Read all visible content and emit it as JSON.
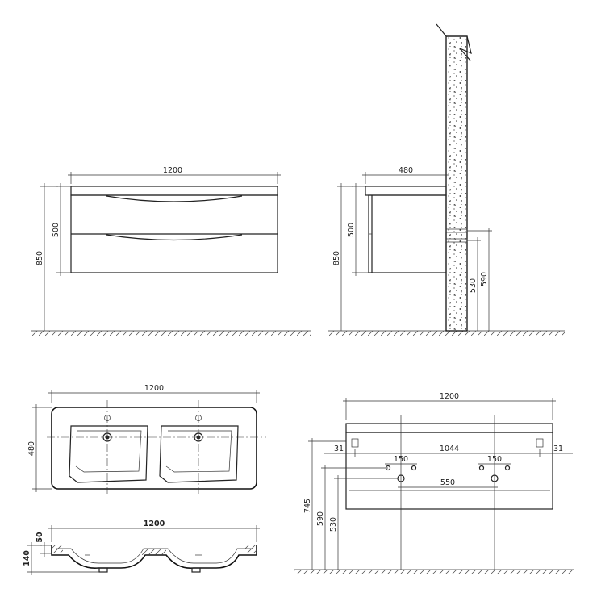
{
  "views": {
    "front": {
      "width": "1200",
      "box_height": "500",
      "total_height": "850"
    },
    "side": {
      "depth": "480",
      "box_height": "500",
      "total_height": "850",
      "pipe_low": "530",
      "pipe_high": "590"
    },
    "top": {
      "width": "1200",
      "depth": "480"
    },
    "section": {
      "width": "1200",
      "thickness": "50",
      "basin_depth": "140"
    },
    "back": {
      "width": "1200",
      "hanger_offset_left": "31",
      "hanger_offset_right": "31",
      "hanger_spacing": "1044",
      "pipe_spacing_left": "150",
      "pipe_spacing_right": "150",
      "drain_spacing": "550",
      "height_total": "745",
      "height_pipe_high": "590",
      "height_pipe_low": "530"
    }
  }
}
